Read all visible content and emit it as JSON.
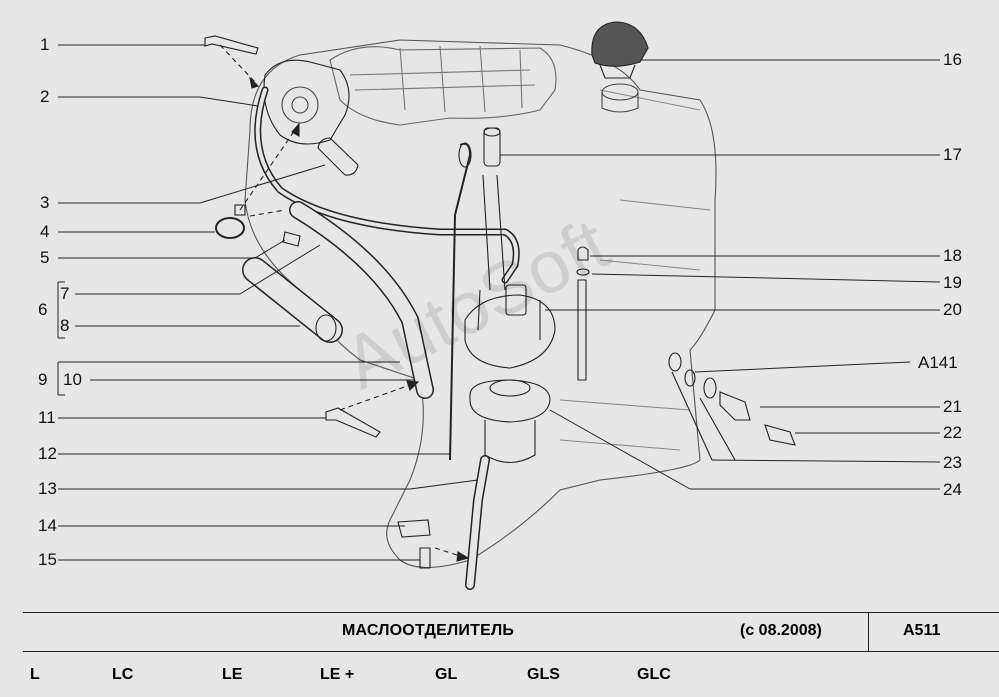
{
  "callouts": {
    "1": "1",
    "2": "2",
    "3": "3",
    "4": "4",
    "5": "5",
    "6": "6",
    "7": "7",
    "8": "8",
    "9": "9",
    "10": "10",
    "11": "11",
    "12": "12",
    "13": "13",
    "14": "14",
    "15": "15",
    "16": "16",
    "17": "17",
    "18": "18",
    "19": "19",
    "20": "20",
    "A141": "A141",
    "21": "21",
    "22": "22",
    "23": "23",
    "24": "24"
  },
  "footer": {
    "title": "МАСЛООТДЕЛИТЕЛЬ",
    "date": "(с 08.2008)",
    "code": "A511",
    "variants": [
      "L",
      "LC",
      "LE",
      "LE +",
      "GL",
      "GLS",
      "GLC"
    ]
  },
  "watermark": "AutoSoft",
  "colors": {
    "background": "#e6e6e6",
    "line": "#222222"
  }
}
